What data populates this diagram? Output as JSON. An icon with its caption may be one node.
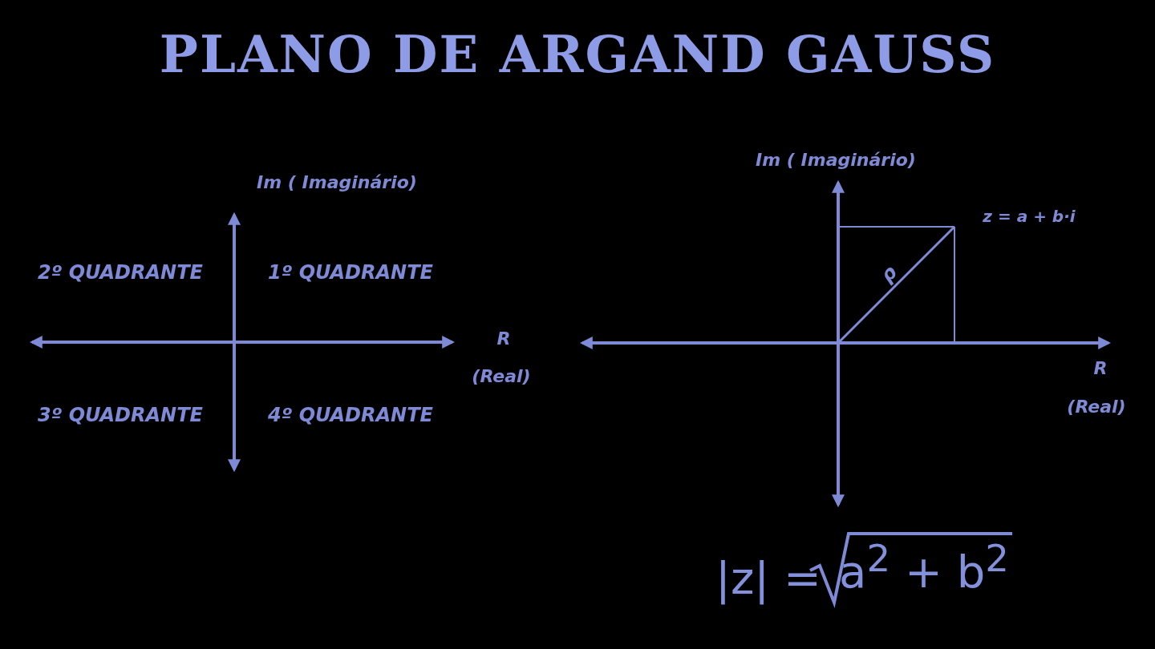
{
  "diagram": {
    "title": "PLANO DE ARGAND GAUSS",
    "labels": [
      "Im ( Imaginário)",
      "2º QUADRANTE",
      "1º QUADRANTE",
      "R",
      "(Real)",
      "3º QUADRANTE",
      "4º QUADRANTE",
      "Im ( Imaginário)",
      "z = a + b·i",
      "ρ",
      "R",
      "(Real)",
      "|z| =",
      "a$^{2}$ + b$^{2}$"
    ]
  }
}
